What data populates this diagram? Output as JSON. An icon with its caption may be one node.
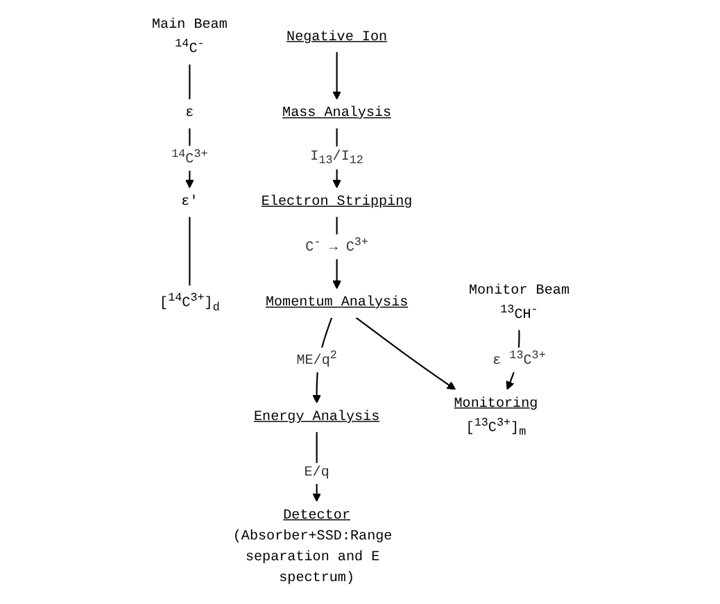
{
  "diagram": {
    "nodes": [
      {
        "text": [
          "Main Beam",
          "$^{14}$C$^{-}$"
        ]
      },
      {
        "text": [
          "ε"
        ]
      },
      {
        "text": [
          "ε'"
        ]
      },
      {
        "text": [
          "[$^{14}$C$^{3+}$]$_{d}$"
        ]
      },
      {
        "text": [
          "Negative Ion"
        ]
      },
      {
        "text": [
          "Mass Analysis"
        ]
      },
      {
        "text": [
          "Electron Stripping"
        ]
      },
      {
        "text": [
          "Momentum Analysis"
        ]
      },
      {
        "text": [
          "Energy Analysis"
        ]
      },
      {
        "text": [
          "Detector",
          "(Absorber+SSD:Range separation and E spectrum)"
        ]
      },
      {
        "text": [
          "Monitor Beam",
          "$^{13}$CH$^{-}$"
        ]
      },
      {
        "text": [
          "Monitoring",
          "[$^{13}$C$^{3+}$]$_{m}$"
        ]
      }
    ],
    "edges": [
      {
        "from": 0,
        "to": 1,
        "arrow": "none"
      },
      {
        "from": 1,
        "to": 2,
        "arrow": "to",
        "label": "$^{14}$C$^{3+}$"
      },
      {
        "from": 2,
        "to": 3,
        "arrow": "none"
      },
      {
        "from": 4,
        "to": 5,
        "arrow": "to"
      },
      {
        "from": 5,
        "to": 6,
        "arrow": "to",
        "label": "I$_{13}$/I$_{12}$"
      },
      {
        "from": 6,
        "to": 7,
        "arrow": "to",
        "label": "C$^{-}$ → C$^{3+}$"
      },
      {
        "from": 7,
        "to": 8,
        "arrow": "to",
        "label": "ME/q$^{2}$"
      },
      {
        "from": 8,
        "to": 9,
        "arrow": "to",
        "label": "E/q"
      },
      {
        "from": 7,
        "to": 11,
        "arrow": "to"
      },
      {
        "from": 10,
        "to": 11,
        "arrow": "to",
        "label": "ε $^{13}$C$^{3+}$"
      }
    ]
  }
}
